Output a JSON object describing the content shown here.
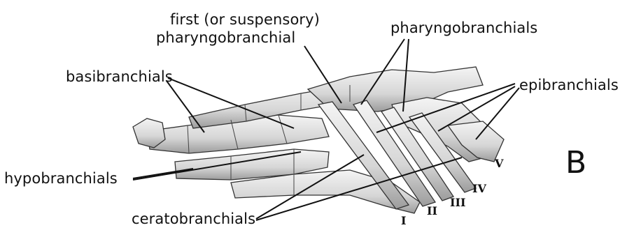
{
  "labels": {
    "first_pharyngobranchial_line1": "first (or suspensory)",
    "first_pharyngobranchial_line2": "pharyngobranchial",
    "pharyngobranchials": "pharyngobranchials",
    "basibranchials": "basibranchials",
    "epibranchials": "epibranchials",
    "hypobranchials": "hypobranchials",
    "ceratobranchials": "ceratobranchials"
  },
  "arch_numerals": [
    "I",
    "II",
    "III",
    "IV",
    "V"
  ],
  "panel_letter": "B"
}
